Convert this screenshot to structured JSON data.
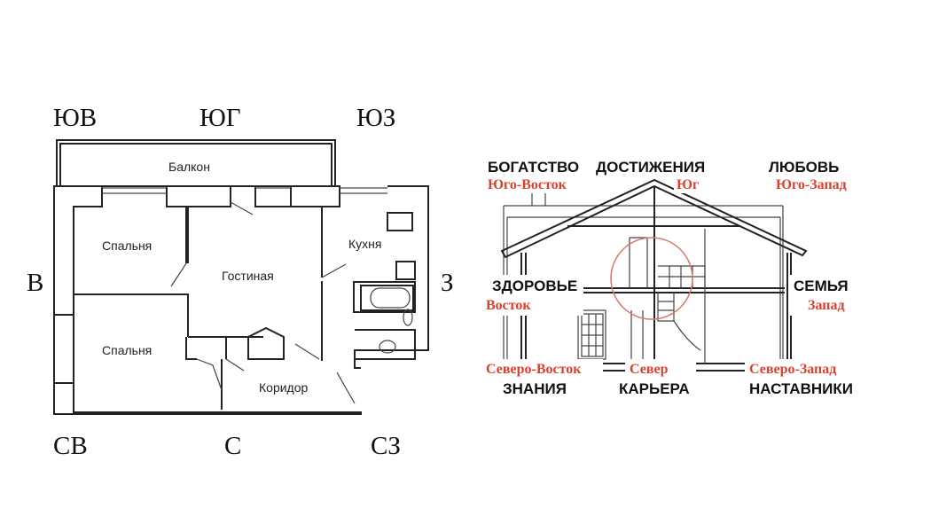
{
  "compass": {
    "se": "ЮВ",
    "s": "ЮГ",
    "sw": "ЮЗ",
    "e": "В",
    "w": "З",
    "ne": "СВ",
    "n": "С",
    "nw": "СЗ"
  },
  "floorplan": {
    "rooms": {
      "balcony": "Балкон",
      "bedroom1": "Спальня",
      "bedroom2": "Спальня",
      "living": "Гостиная",
      "kitchen": "Кухня",
      "corridor": "Коридор"
    }
  },
  "house": {
    "accent_color": "#d9412e",
    "zones": [
      {
        "area": "БОГАТСТВО",
        "direction": "Юго-Восток"
      },
      {
        "area": "ДОСТИЖЕНИЯ",
        "direction": "Юг"
      },
      {
        "area": "ЛЮБОВЬ",
        "direction": "Юго-Запад"
      },
      {
        "area": "ЗДОРОВЬЕ",
        "direction": "Восток"
      },
      {
        "area": "СЕМЬЯ",
        "direction": "Запад"
      },
      {
        "area": "ЗНАНИЯ",
        "direction": "Северо-Восток"
      },
      {
        "area": "КАРЬЕРА",
        "direction": "Север"
      },
      {
        "area": "НАСТАВНИКИ",
        "direction": "Северо-Запад"
      }
    ]
  }
}
